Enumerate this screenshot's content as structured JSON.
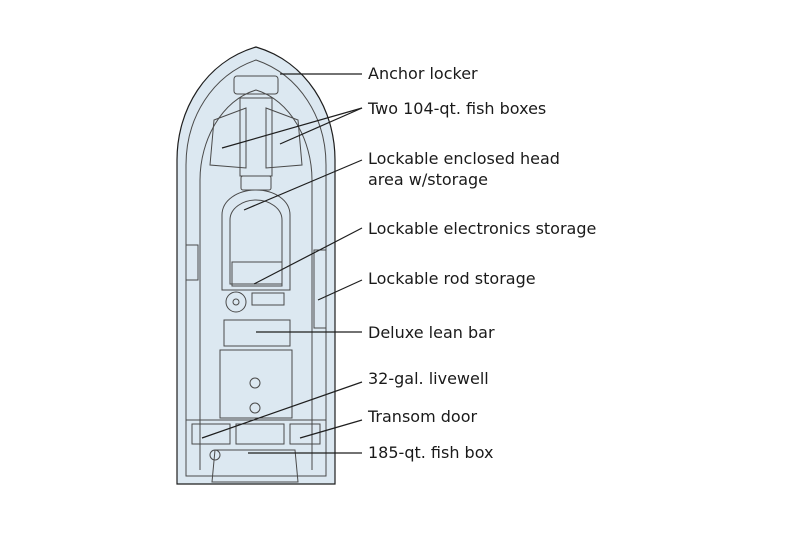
{
  "colors": {
    "hull_fill": "#dce8f1",
    "outline": "#1e1e1e",
    "detail": "#4a4a4a",
    "text": "#1a1a1a"
  },
  "callouts": {
    "anchor_locker": "Anchor locker",
    "fish_boxes_104": "Two 104-qt. fish boxes",
    "head_area_line1": "Lockable enclosed head",
    "head_area_line2": "area w/storage",
    "electronics_storage": "Lockable electronics storage",
    "rod_storage": "Lockable rod storage",
    "lean_bar": "Deluxe lean bar",
    "livewell": "32-gal. livewell",
    "transom_door": "Transom door",
    "fish_box_185": "185-qt. fish box"
  }
}
